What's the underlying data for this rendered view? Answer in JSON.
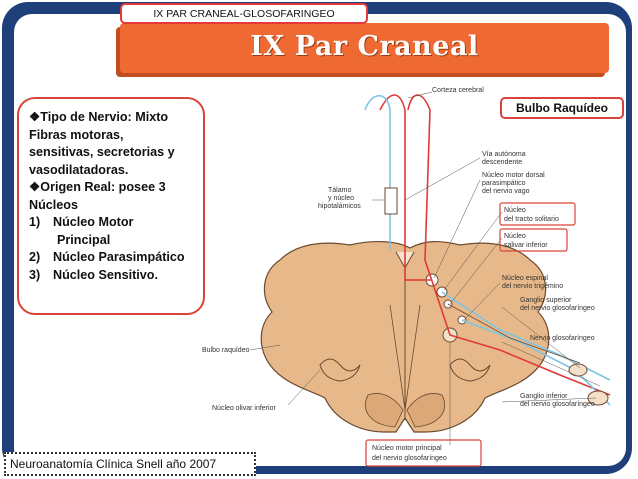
{
  "header": {
    "top_label": "IX PAR CRANEAL-GLOSOFARINGEO",
    "title": "IX Par Craneal"
  },
  "infobox": {
    "lines": [
      "Tipo de Nervio: Mixto",
      "Fibras motoras,",
      "sensitivas, secretorias y",
      "vasodilatadoras.",
      "Origen Real: posee 3",
      "Núcleos"
    ],
    "list": [
      {
        "num": "1)",
        "text": "Núcleo Motor",
        "text2": "Principal"
      },
      {
        "num": "2)",
        "text": "Núcleo Parasimpático"
      },
      {
        "num": "3)",
        "text": "Núcleo Sensitivo."
      }
    ]
  },
  "bulbo_label": "Bulbo Raquídeo",
  "source": "Neuroanatomía Clínica Snell año 2007",
  "diagram_labels": {
    "corteza": "Corteza cerebral",
    "via1": "Vía autónoma",
    "via2": "descendente",
    "nmd1": "Núcleo motor dorsal",
    "nmd2": "parasimpático",
    "nmd3": "del nervio vago",
    "nts1": "Núcleo",
    "nts2": "del tracto solitario",
    "nsi1": "Núcleo",
    "nsi2": "salivar inferior",
    "talamo1": "Tálamo",
    "talamo2": "y núcleo",
    "talamo3": "hipotalámicos",
    "ne1": "Núcleo espinal",
    "ne2": "del nervio trigémino",
    "gs1": "Ganglio superior",
    "gs2": "del nervio glosofaríngeo",
    "ng": "Nervio glosofaríngeo",
    "bulbo": "Bulbo raquídeo",
    "gi1": "Ganglio inferior",
    "gi2": "del nervio glosofaríngeo",
    "noi": "Núcleo olivar inferior",
    "nmp1": "Núcleo motor principal",
    "nmp2": "del nervio glosofaríngeo"
  },
  "colors": {
    "frame": "#1f3f7a",
    "banner": "#ef6a33",
    "highlight_border": "#d9443a",
    "medulla": "#e7b98a",
    "red_tract": "#e0393a",
    "blue_tract": "#7ec3e6"
  }
}
